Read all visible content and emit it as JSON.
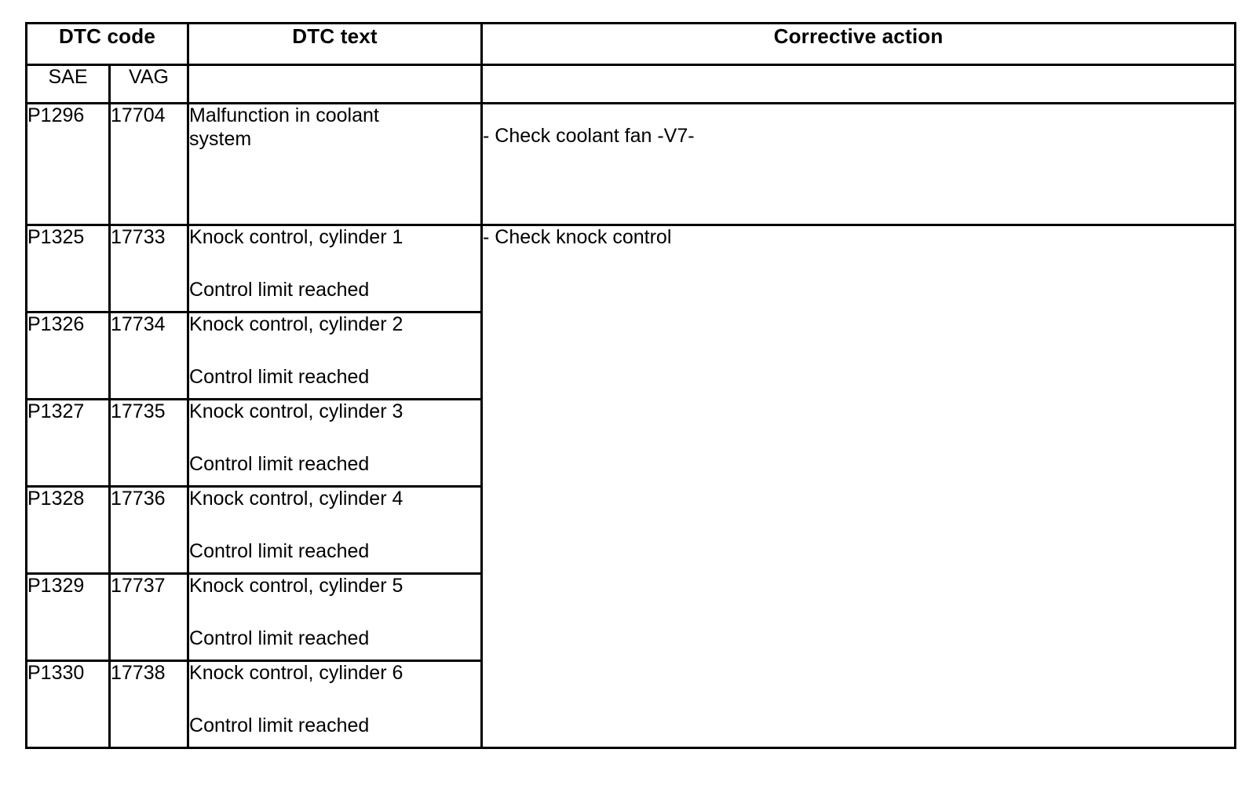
{
  "document": {
    "kind": "diagnostic-trouble-code-table",
    "headers": {
      "group_code": "DTC code",
      "sub_sae": "SAE",
      "sub_vag": "VAG",
      "text": "DTC text",
      "action": "Corrective action",
      "sub_text_blank": "",
      "sub_action_blank": ""
    },
    "rows": [
      {
        "sae": "P1296",
        "vag": "17704",
        "text_line_1": "Malfunction in coolant",
        "text_line_2": "system",
        "wrap_style": "wrapped",
        "action": "- Check coolant fan -V7-",
        "action_rowspan": 1
      },
      {
        "sae": "P1325",
        "vag": "17733",
        "text_line_1": "Knock control, cylinder 1",
        "text_line_2": "Control limit reached",
        "wrap_style": "gapped",
        "action": "- Check knock control",
        "action_rowspan": 6
      },
      {
        "sae": "P1326",
        "vag": "17734",
        "text_line_1": "Knock control, cylinder 2",
        "text_line_2": "Control limit reached",
        "wrap_style": "gapped",
        "action": "",
        "action_rowspan": 0
      },
      {
        "sae": "P1327",
        "vag": "17735",
        "text_line_1": "Knock control, cylinder 3",
        "text_line_2": "Control limit reached",
        "wrap_style": "gapped",
        "action": "",
        "action_rowspan": 0
      },
      {
        "sae": "P1328",
        "vag": "17736",
        "text_line_1": "Knock control, cylinder 4",
        "text_line_2": "Control limit reached",
        "wrap_style": "gapped",
        "action": "",
        "action_rowspan": 0
      },
      {
        "sae": "P1329",
        "vag": "17737",
        "text_line_1": "Knock control, cylinder 5",
        "text_line_2": "Control limit reached",
        "wrap_style": "gapped",
        "action": "",
        "action_rowspan": 0
      },
      {
        "sae": "P1330",
        "vag": "17738",
        "text_line_1": "Knock control, cylinder 6",
        "text_line_2": "Control limit reached",
        "wrap_style": "gapped",
        "action": "",
        "action_rowspan": 0
      }
    ]
  },
  "colors": {
    "background": "#ffffff",
    "text": "#000000",
    "border": "#000000"
  }
}
